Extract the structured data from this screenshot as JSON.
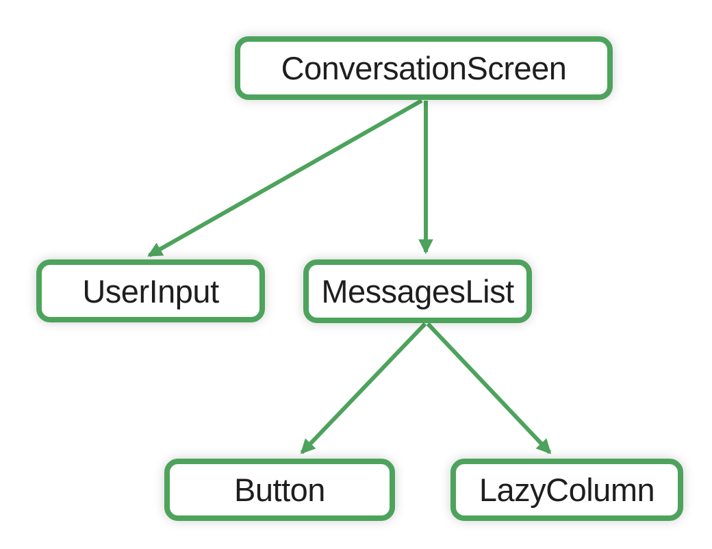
{
  "diagram": {
    "type": "tree",
    "accent_color": "#4da35c",
    "text_color": "#1e1e1e",
    "background_color": "#ffffff",
    "nodes": [
      {
        "id": "conversation-screen",
        "label": "ConversationScreen"
      },
      {
        "id": "user-input",
        "label": "UserInput"
      },
      {
        "id": "messages-list",
        "label": "MessagesList"
      },
      {
        "id": "button",
        "label": "Button"
      },
      {
        "id": "lazy-column",
        "label": "LazyColumn"
      }
    ],
    "edges": [
      {
        "from": "ConversationScreen",
        "to": "UserInput"
      },
      {
        "from": "ConversationScreen",
        "to": "MessagesList"
      },
      {
        "from": "MessagesList",
        "to": "Button"
      },
      {
        "from": "MessagesList",
        "to": "LazyColumn"
      }
    ]
  }
}
